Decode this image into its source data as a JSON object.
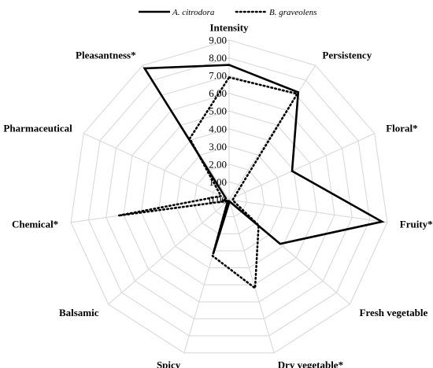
{
  "chart_data": {
    "type": "radar",
    "axes": [
      "Intensity",
      "Persistency",
      "Floral*",
      "Fruity*",
      "Fresh vegetable",
      "Dry vegetable*",
      "Spicy",
      "Balsamic",
      "Chemical*",
      "Pharmaceutical",
      "Pleasantness*"
    ],
    "ticks": [
      "0.00",
      "1.00",
      "2.00",
      "3.00",
      "4.00",
      "5.00",
      "6.00",
      "7.00",
      "8.00",
      "9.00"
    ],
    "rlim": [
      0,
      9
    ],
    "grid": true,
    "legend_position": "top",
    "series": [
      {
        "name": "A. citrodora",
        "style": "solid",
        "color": "#000000",
        "values": [
          7.6,
          7.2,
          3.9,
          8.7,
          3.8,
          0.1,
          3.2,
          0.1,
          0.3,
          0.2,
          8.8
        ]
      },
      {
        "name": "B. graveolens",
        "style": "dotted",
        "color": "#000000",
        "values": [
          6.9,
          7.1,
          0.3,
          0.2,
          2.2,
          5.2,
          3.3,
          0.1,
          6.3,
          0.5,
          4.1
        ]
      }
    ],
    "grid_color": "#d9d9d9"
  }
}
